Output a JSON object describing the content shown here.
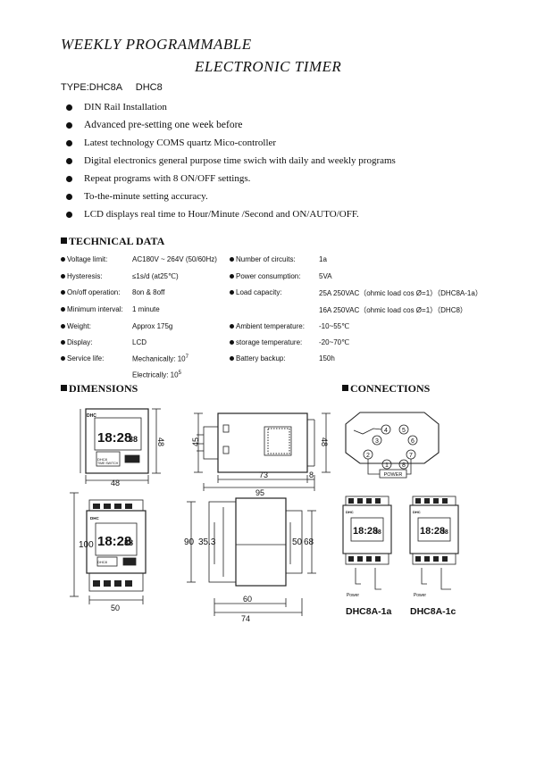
{
  "title_line1": "WEEKLY  PROGRAMMABLE",
  "title_line2": "ELECTRONIC  TIMER",
  "type_line": "TYPE:DHC8A     DHC8",
  "features": [
    "DIN Rail Installation",
    "Advanced pre-setting one week before",
    "Latest  technology COMS quartz Mico-controller",
    "Digital electronics general purpose time swich with daily and weekly programs",
    "Repeat programs with 8 ON/OFF settings.",
    "To-the-minute setting accuracy.",
    "LCD displays real time to Hour/Minute /Second and  ON/AUTO/OFF."
  ],
  "tech_heading": "TECHNICAL DATA",
  "specs_left": [
    {
      "label": "Voltage limit:",
      "value": "AC180V ~ 264V (50/60Hz)"
    },
    {
      "label": "Hysteresis:",
      "value": "≤1s/d (at25℃)"
    },
    {
      "label": "On/off operation:",
      "value": "8on & 8off"
    },
    {
      "label": "Minimum interval:",
      "value": "1 minute"
    },
    {
      "label": "Weight:",
      "value": "Approx 175g"
    },
    {
      "label": "Display:",
      "value": "LCD"
    },
    {
      "label": "Service life:",
      "value": "Mechanically: 10",
      "sup": "7"
    }
  ],
  "electrical_life": {
    "text": "Electrically: 10",
    "sup": "5"
  },
  "specs_right": [
    {
      "label": "Number of circuits:",
      "value": "1a"
    },
    {
      "label": "Power consumption:",
      "value": "5VA"
    },
    {
      "label": "Load capacity:",
      "value": "25A  250VAC（ohmic load cos Ø=1）（DHC8A-1a）"
    },
    {
      "label": "",
      "value": "16A  250VAC（ohmic load cos Ø=1）（DHC8）"
    },
    {
      "label": "Ambient temperature:",
      "value": "-10~55℃"
    },
    {
      "label": "storage temperature:",
      "value": "-20~70℃"
    },
    {
      "label": "Battery backup:",
      "value": "150h"
    }
  ],
  "dimensions_heading": "DIMENSIONS",
  "connections_heading": "CONNECTIONS",
  "dimension_labels": {
    "front_w": "48",
    "front_h": "48",
    "side_h": "45",
    "side_h2": "48",
    "depth1": "73",
    "depth_tail": "8",
    "depth_total": "95",
    "din_h": "100",
    "din_w": "50",
    "din_side_a": "90",
    "din_side_b": "35.3",
    "din_side_c": "50",
    "din_side_d": "68",
    "din_depth1": "60",
    "din_depth2": "74"
  },
  "lcd_time": "18:28",
  "lcd_sec": "38",
  "brand": "DHC",
  "model_small": "DHC8",
  "device_label": "TIME SWITCH",
  "socket_pins": [
    "4",
    "5",
    "3",
    "6",
    "2",
    "7",
    "1",
    "8"
  ],
  "power_label": "POWER",
  "model_1a": "DHC8A-1a",
  "model_1c": "DHC8A-1c",
  "power_small": "Power"
}
